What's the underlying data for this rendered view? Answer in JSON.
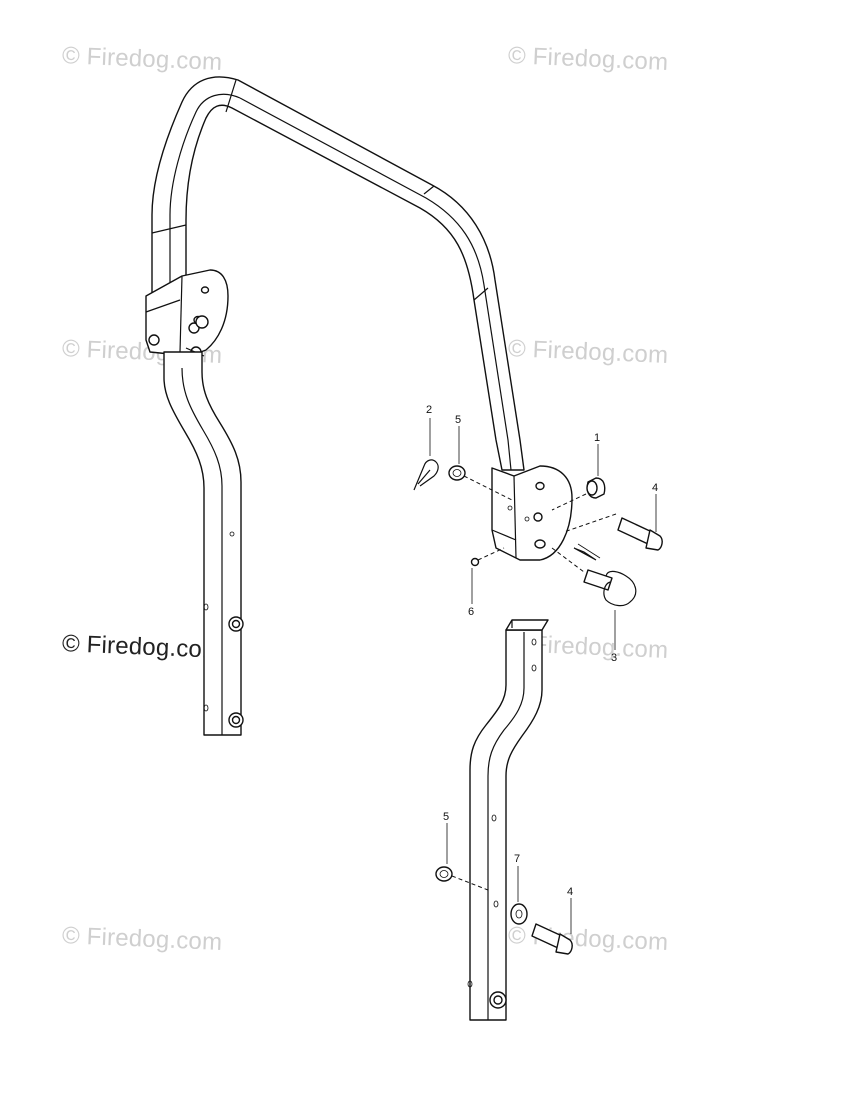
{
  "watermarks": [
    {
      "id": "wm-top-left",
      "text": "© Firedog.com"
    },
    {
      "id": "wm-top-right",
      "text": "© Firedog.com"
    },
    {
      "id": "wm-mid-left",
      "text": "© Firedog.com"
    },
    {
      "id": "wm-mid-right",
      "text": "© Firedog.com"
    },
    {
      "id": "wm-center-left",
      "text": "© Firedog.com"
    },
    {
      "id": "wm-center-right",
      "text": "© Firedog.com"
    },
    {
      "id": "wm-bottom-left",
      "text": "© Firedog.com"
    },
    {
      "id": "wm-bottom-right",
      "text": "© Firedog.com"
    }
  ],
  "callouts": {
    "c1": "1",
    "c2": "2",
    "c3": "3",
    "c4a": "4",
    "c5a": "5",
    "c6": "6",
    "c4b": "4",
    "c5b": "5",
    "c7": "7"
  },
  "colors": {
    "line": "#111111",
    "watermark": "#cfcfcf",
    "watermark_dark": "#222222"
  }
}
